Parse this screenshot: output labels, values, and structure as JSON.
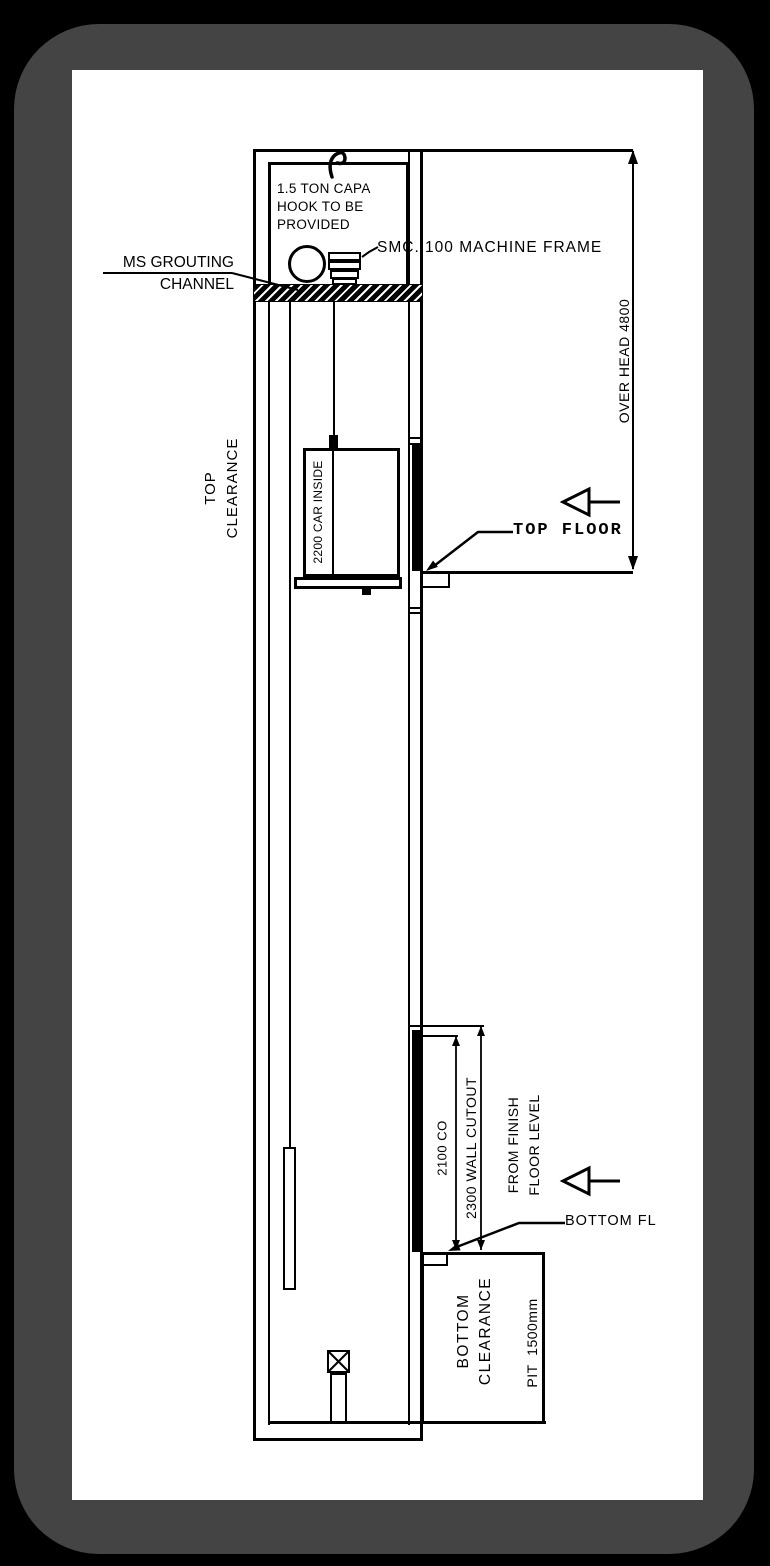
{
  "colors": {
    "background": "#000000",
    "device_frame": "#444444",
    "paper": "#ffffff",
    "ink": "#000000"
  },
  "machine_room": {
    "hook_note": "1.5 TON CAPA\nHOOK TO BE\nPROVIDED",
    "machine_frame_label": "SMC. 100 MACHINE FRAME",
    "grouting_channel_label": "MS GROUTING\nCHANNEL"
  },
  "shaft": {
    "top_clearance_label": "TOP\nCLEARANCE",
    "overhead_dimension_label": "OVER HEAD 4800",
    "car_label": "2200 CAR INSIDE"
  },
  "landings": {
    "top_floor_label": "TOP FLOOR",
    "bottom_floor_label": "BOTTOM FL",
    "from_finish_floor_label": "FROM FINISH\nFLOOR LEVEL",
    "clear_opening_label": "2100 CO",
    "wall_cutout_label": "2300 WALL CUTOUT"
  },
  "pit": {
    "bottom_clearance_label": "BOTTOM\nCLEARANCE",
    "pit_depth_label": "PIT  1500mm"
  },
  "dimensions_mm": {
    "overhead": 4800,
    "car_inside": 2200,
    "clear_opening": 2100,
    "wall_cutout": 2300,
    "pit_depth": 1500
  }
}
